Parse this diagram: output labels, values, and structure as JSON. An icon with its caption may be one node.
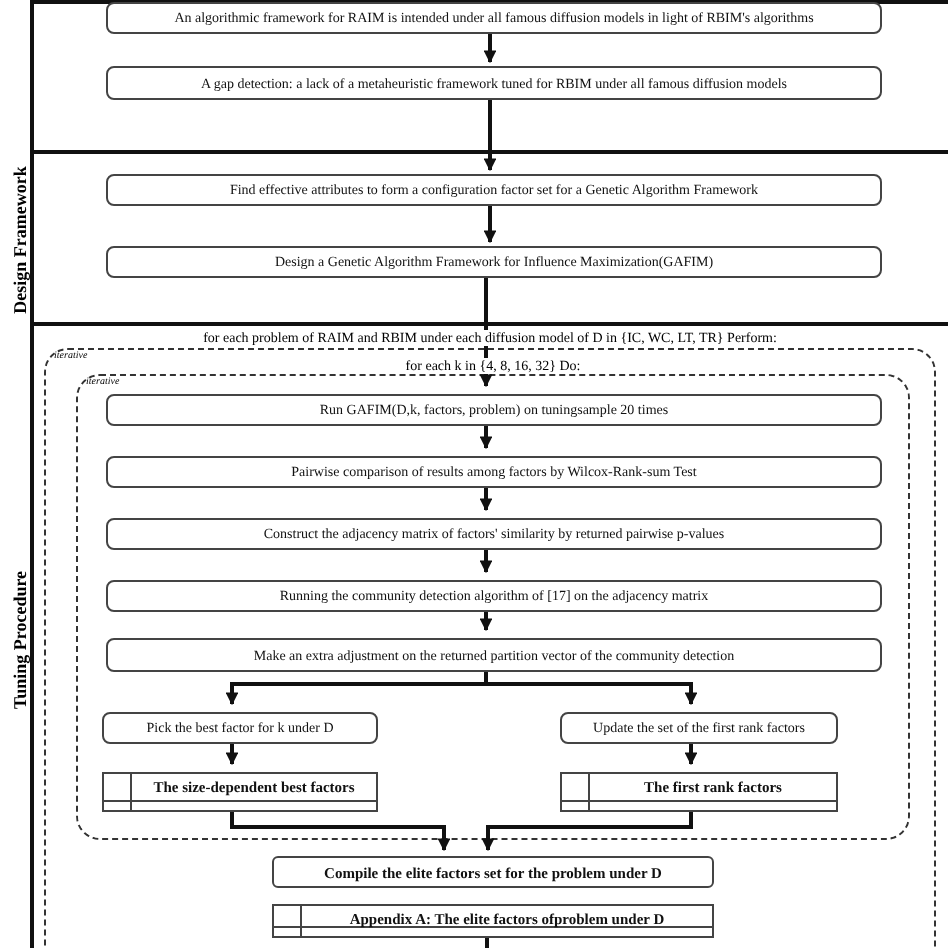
{
  "diagram": {
    "nodes": [
      {
        "text": [],
        "shape": "band"
      },
      {
        "text": [
          "An algorithmic framework for RAIM is intended under all famous diffusion models in light of RBIM's algorithms"
        ],
        "in": 0
      },
      {
        "text": [
          "A gap detection: a lack of a metaheuristic framework tuned for RBIM under all famous diffusion models"
        ],
        "in": 0
      },
      {
        "text": [
          "Design Framework"
        ]
      },
      {
        "text": [
          "Find effective attributes to form a configuration factor set for a Genetic Algorithm Framework"
        ],
        "in": 3
      },
      {
        "text": [
          "Design a Genetic Algorithm Framework for Influence Maximization(GAFIM)"
        ],
        "in": 3
      },
      {
        "text": [
          "Tuning Procedure"
        ]
      },
      {
        "text": [
          "for each problem of RAIM and RBIM under each diffusion model of D in {IC, WC, LT, TR} Perform:",
          "iterative"
        ],
        "in": 6
      },
      {
        "text": [
          "for each k in {4, 8, 16, 32} Do:",
          "iterative"
        ],
        "in": 7
      },
      {
        "text": [
          "Run GAFIM(D,k, factors, problem) on tuningsample 20 times"
        ],
        "in": 8
      },
      {
        "text": [
          "Pairwise comparison of results among factors by Wilcox-Rank-sum Test"
        ],
        "in": 8
      },
      {
        "text": [
          "Construct the adjacency matrix of factors' similarity by returned pairwise p-values"
        ],
        "in": 8
      },
      {
        "text": [
          "Running the community detection algorithm of [17] on the adjacency matrix"
        ],
        "in": 8
      },
      {
        "text": [
          "Make an extra adjustment on the returned partition vector of the community detection"
        ],
        "in": 8
      },
      {
        "text": [
          "Pick the best factor for k under D"
        ],
        "in": 8
      },
      {
        "text": [
          "Update the set of the first rank factors"
        ],
        "in": 8
      },
      {
        "text": [
          "The size-dependent best factors"
        ],
        "in": 8
      },
      {
        "text": [
          "The first rank factors"
        ],
        "in": 8
      },
      {
        "text": [
          "Compile the elite factors set for the problem under D"
        ],
        "in": 7
      },
      {
        "text": [
          "Appendix A: The elite factors ofproblem under D"
        ],
        "in": 7
      }
    ],
    "edges": [
      {
        "from": 1,
        "to": 2,
        "arrow": "to"
      },
      {
        "from": 2,
        "to": 4,
        "arrow": "to"
      },
      {
        "from": 4,
        "to": 5,
        "arrow": "to"
      },
      {
        "from": 5,
        "to": 9,
        "arrow": "to"
      },
      {
        "from": 9,
        "to": 10,
        "arrow": "to"
      },
      {
        "from": 10,
        "to": 11,
        "arrow": "to"
      },
      {
        "from": 11,
        "to": 12,
        "arrow": "to"
      },
      {
        "from": 12,
        "to": 13,
        "arrow": "to"
      },
      {
        "from": 13,
        "to": 14,
        "arrow": "to"
      },
      {
        "from": 13,
        "to": 15,
        "arrow": "to"
      },
      {
        "from": 14,
        "to": 16,
        "arrow": "to"
      },
      {
        "from": 15,
        "to": 17,
        "arrow": "to"
      },
      {
        "from": 16,
        "to": 18,
        "arrow": "to"
      },
      {
        "from": 17,
        "to": 18,
        "arrow": "to"
      },
      {
        "from": 19,
        "to": null,
        "arrow": "none"
      }
    ]
  }
}
